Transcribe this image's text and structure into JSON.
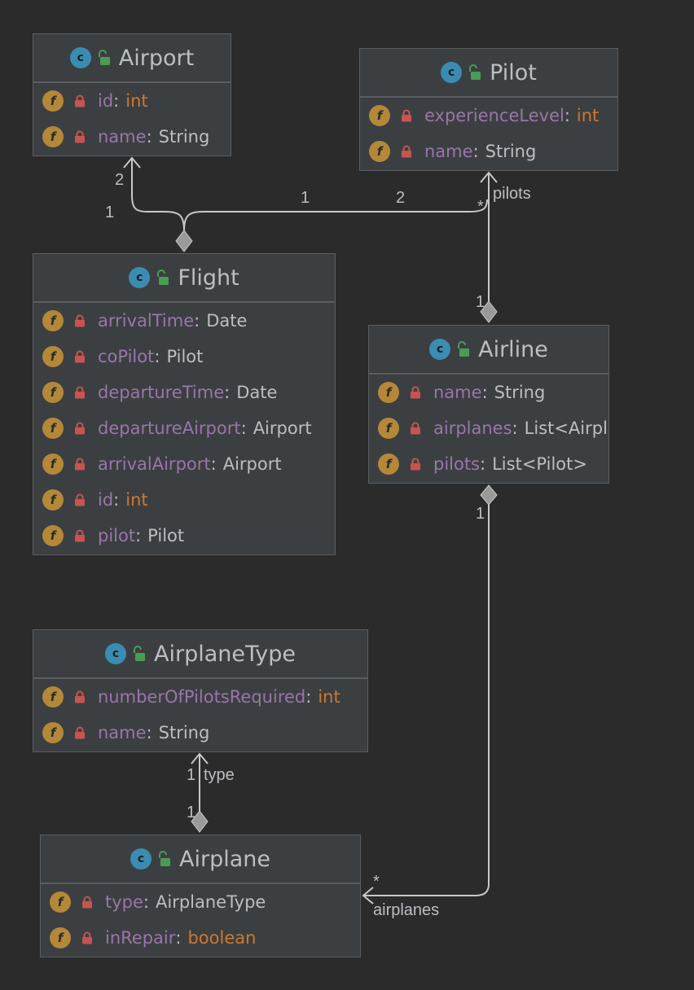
{
  "colors": {
    "background": "#2b2b2b",
    "class_fill": "#3c3f41",
    "class_border": "#5b5e60",
    "class_icon": "#3a8cb2",
    "field_icon": "#b48839",
    "lock_icon": "#c75450",
    "unlock_icon": "#499c54",
    "field_name": "#9876aa",
    "primitive_type": "#cc7832",
    "text": "#bcbec4",
    "connector": "#c8c8c8"
  },
  "icons": {
    "class_glyph": "c",
    "field_glyph": "f",
    "class_icon": "class-c-icon",
    "visibility_public": "unlock-icon",
    "visibility_private": "lock-icon"
  },
  "classes": {
    "airport": {
      "name": "Airport",
      "fields": [
        {
          "name": "id",
          "type": "int",
          "primitive": true
        },
        {
          "name": "name",
          "type": "String",
          "primitive": false
        }
      ]
    },
    "pilot": {
      "name": "Pilot",
      "fields": [
        {
          "name": "experienceLevel",
          "type": "int",
          "primitive": true
        },
        {
          "name": "name",
          "type": "String",
          "primitive": false
        }
      ]
    },
    "flight": {
      "name": "Flight",
      "fields": [
        {
          "name": "arrivalTime",
          "type": "Date",
          "primitive": false
        },
        {
          "name": "coPilot",
          "type": "Pilot",
          "primitive": false
        },
        {
          "name": "departureTime",
          "type": "Date",
          "primitive": false
        },
        {
          "name": "departureAirport",
          "type": "Airport",
          "primitive": false
        },
        {
          "name": "arrivalAirport",
          "type": "Airport",
          "primitive": false
        },
        {
          "name": "id",
          "type": "int",
          "primitive": true
        },
        {
          "name": "pilot",
          "type": "Pilot",
          "primitive": false
        }
      ]
    },
    "airline": {
      "name": "Airline",
      "fields": [
        {
          "name": "name",
          "type": "String",
          "primitive": false
        },
        {
          "name": "airplanes",
          "type": "List<Airpl",
          "primitive": false
        },
        {
          "name": "pilots",
          "type": "List<Pilot>",
          "primitive": false
        }
      ]
    },
    "airplane_type": {
      "name": "AirplaneType",
      "fields": [
        {
          "name": "numberOfPilotsRequired",
          "type": "int",
          "primitive": true
        },
        {
          "name": "name",
          "type": "String",
          "primitive": false
        }
      ]
    },
    "airplane": {
      "name": "Airplane",
      "fields": [
        {
          "name": "type",
          "type": "AirplaneType",
          "primitive": false
        },
        {
          "name": "inRepair",
          "type": "boolean",
          "primitive": true
        }
      ]
    }
  },
  "relations": {
    "flight_airport": {
      "source_multiplicity": "1",
      "target_multiplicity": "2"
    },
    "flight_pilot": {
      "source_multiplicity": "1",
      "target_multiplicity": "2"
    },
    "airline_pilots": {
      "source_multiplicity": "1",
      "target_multiplicity": "*",
      "role": "pilots"
    },
    "airplane_type": {
      "source_multiplicity": "1",
      "target_multiplicity": "1",
      "role": "type"
    },
    "airline_airplanes": {
      "source_multiplicity": "1",
      "target_multiplicity": "*",
      "role": "airplanes"
    }
  }
}
